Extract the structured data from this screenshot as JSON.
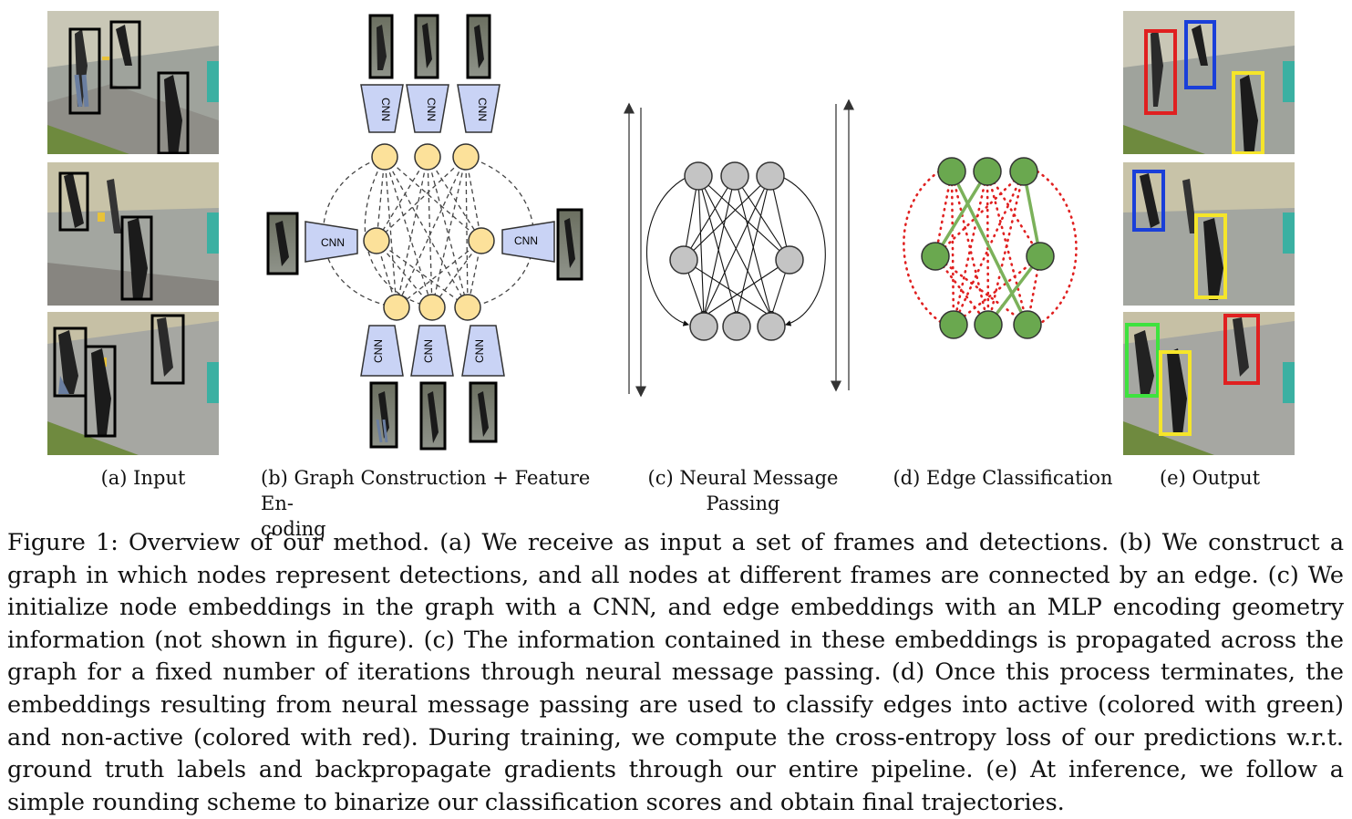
{
  "figure": {
    "panels": [
      {
        "id": "a",
        "caption": "(a) Input"
      },
      {
        "id": "b",
        "caption": "(b) Graph Construction + Feature En-coding",
        "caption_line1": "(b) Graph Construction + Feature En-",
        "caption_line2": "coding",
        "cnn_label": "CNN"
      },
      {
        "id": "c",
        "caption": "(c) Neural Message Passing"
      },
      {
        "id": "d",
        "caption": "(d) Edge Classification"
      },
      {
        "id": "e",
        "caption": "(e) Output"
      }
    ],
    "caption_label": "Figure 1:",
    "caption_text": "Overview of our method. (a) We receive as input a set of frames and detections. (b) We construct a graph in which nodes represent detections, and all nodes at different frames are connected by an edge. (c) We initialize node embeddings in the graph with a CNN, and edge embeddings with an MLP encoding geometry information (not shown in figure). (c) The information contained in these embeddings is propagated across the graph for a fixed number of iterations through neural message passing. (d) Once this process terminates, the embeddings resulting from neural message passing are used to classify edges into active (colored with green) and non-active (colored with red). During training, we compute the cross-entropy loss of our predictions w.r.t.  ground truth labels and backpropagate gradients through our entire pipeline. (e) At inference, we follow a simple rounding scheme to binarize our classification scores and obtain final trajectories."
  },
  "colors": {
    "node_fill": "#fce19a",
    "cnn_fill": "#c9d3f5",
    "gray_node": "#c4c4c4",
    "green_node": "#6aa84f",
    "active_edge": "#7bb15a",
    "inactive_edge": "#e02020",
    "track_red": "#e02020",
    "track_blue": "#1a3fd9",
    "track_yellow": "#f5e52a",
    "track_green": "#3ee23e"
  },
  "icons": [
    "pedestrian-crop-image",
    "street-frame-image",
    "cnn-trapezoid",
    "bidirectional-arrow"
  ]
}
